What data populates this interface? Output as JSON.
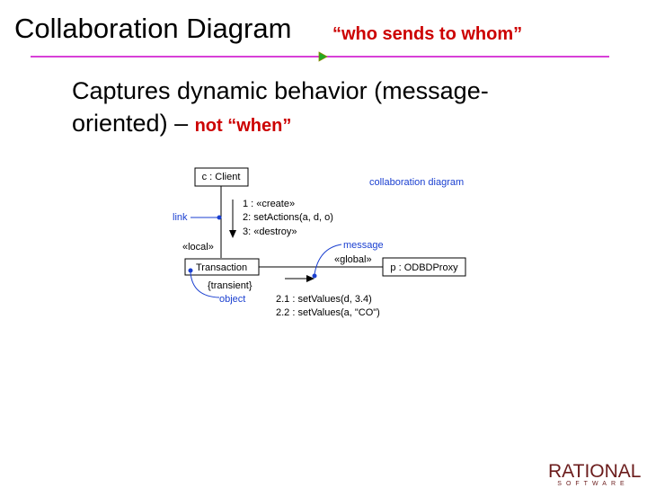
{
  "slide": {
    "title": "Collaboration Diagram",
    "subtitle": "“who sends to whom”",
    "body_line1": "Captures dynamic behavior (message-",
    "body_line2": "oriented) – ",
    "body_emphasis": "not “when”"
  },
  "diagram": {
    "client_box": "c : Client",
    "transaction_box": "Transaction",
    "proxy_box": "p : ODBDProxy",
    "caption": "collaboration diagram",
    "messages_top": [
      "1 : «create»",
      "2: setActions(a, d, o)",
      "3: «destroy»"
    ],
    "messages_bottom": [
      "2.1 : setValues(d, 3.4)",
      "2.2 : setValues(a, \"CO\")"
    ],
    "label_link": "link",
    "label_local": "«local»",
    "label_message": "message",
    "label_global": "«global»",
    "label_transient": "{transient}",
    "label_object": "object"
  },
  "colors": {
    "title_accent": "#cc0000",
    "rule": "#cc00cc",
    "annotation": "#1a3fd0",
    "logo": "#6b1c1c"
  },
  "logo": {
    "main": "RATIONAL",
    "sub": "SOFTWARE"
  }
}
